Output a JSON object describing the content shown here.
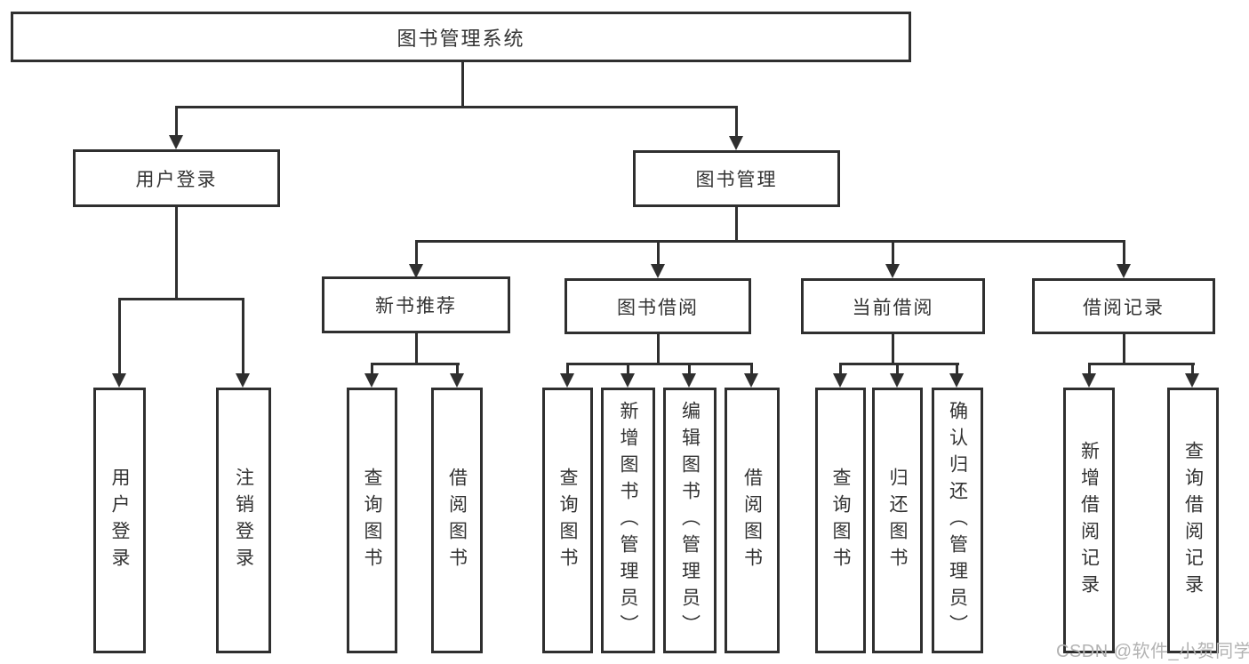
{
  "colors": {
    "border": "#2f2f2f",
    "text": "#333333",
    "watermark": "#b3b3b3",
    "background": "#ffffff"
  },
  "watermark": {
    "text": "CSDN @软件_小贺同学"
  },
  "tree": {
    "root": {
      "label": "图书管理系统"
    },
    "branches": [
      {
        "label": "用户登录",
        "children": [
          {
            "label": "用户登录"
          },
          {
            "label": "注销登录"
          }
        ]
      },
      {
        "label": "图书管理",
        "children": [
          {
            "label": "新书推荐",
            "children": [
              {
                "label": "查询图书"
              },
              {
                "label": "借阅图书"
              }
            ]
          },
          {
            "label": "图书借阅",
            "children": [
              {
                "label": "查询图书"
              },
              {
                "label": "新增图书（管理员）"
              },
              {
                "label": "编辑图书（管理员）"
              },
              {
                "label": "借阅图书"
              }
            ]
          },
          {
            "label": "当前借阅",
            "children": [
              {
                "label": "查询图书"
              },
              {
                "label": "归还图书"
              },
              {
                "label": "确认归还（管理员）"
              }
            ]
          },
          {
            "label": "借阅记录",
            "children": [
              {
                "label": "新增借阅记录"
              },
              {
                "label": "查询借阅记录"
              }
            ]
          }
        ]
      }
    ]
  }
}
